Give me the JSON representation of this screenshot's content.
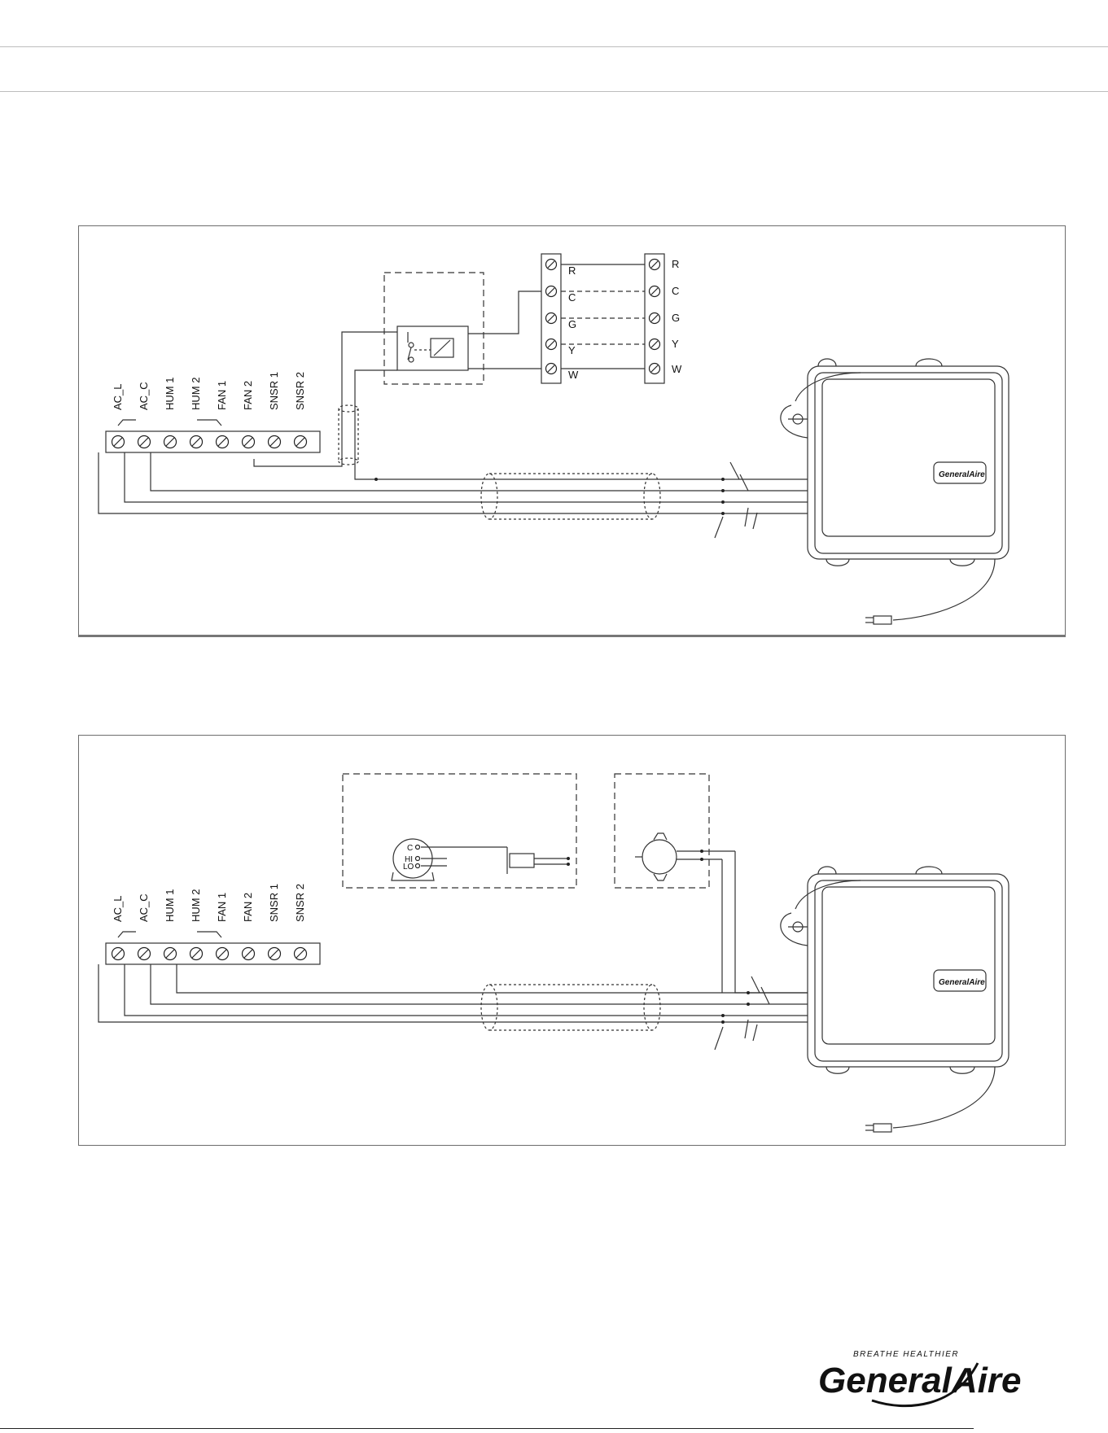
{
  "terminal_labels": [
    "AC_L",
    "AC_C",
    "HUM 1",
    "HUM 2",
    "FAN 1",
    "FAN 2",
    "SNSR 1",
    "SNSR 2"
  ],
  "thermostat_labels": [
    "R",
    "C",
    "G",
    "Y",
    "W"
  ],
  "motor_labels": {
    "common": "C",
    "high": "HI",
    "low": "LO"
  },
  "device_logo": {
    "part1": "General",
    "part2": "Aire"
  },
  "brand": {
    "tagline": "BREATHE HEALTHIER",
    "part1": "General",
    "part2": "Aire"
  }
}
